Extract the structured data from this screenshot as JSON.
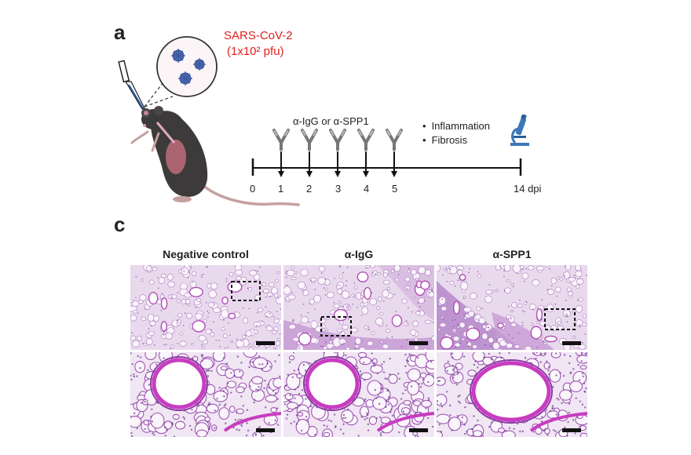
{
  "panel_a": {
    "label": "a",
    "virus_name": "SARS-CoV-2",
    "virus_dose": "(1x10² pfu)",
    "treatment_label": "α-IgG or α-SPP1",
    "timeline_ticks": [
      "0",
      "1",
      "2",
      "3",
      "4",
      "5",
      "14 dpi"
    ],
    "readouts": [
      "Inflammation",
      "Fibrosis"
    ],
    "icons": [
      "pipette-icon",
      "virus-icon",
      "mouse-icon",
      "antibody-icon",
      "microscope-icon"
    ]
  },
  "panel_c": {
    "label": "c",
    "columns": [
      "Negative control",
      "α-IgG",
      "α-SPP1"
    ]
  },
  "colors": {
    "virus_text": "#e0201c",
    "tissue_light": "#e6d4ea",
    "tissue_stain": "#b57fc8",
    "vessel_wall": "#c83cc0",
    "mouse_body": "#3d3a3b",
    "mouse_tail": "#c6a0a0",
    "timeline": "#111111"
  }
}
